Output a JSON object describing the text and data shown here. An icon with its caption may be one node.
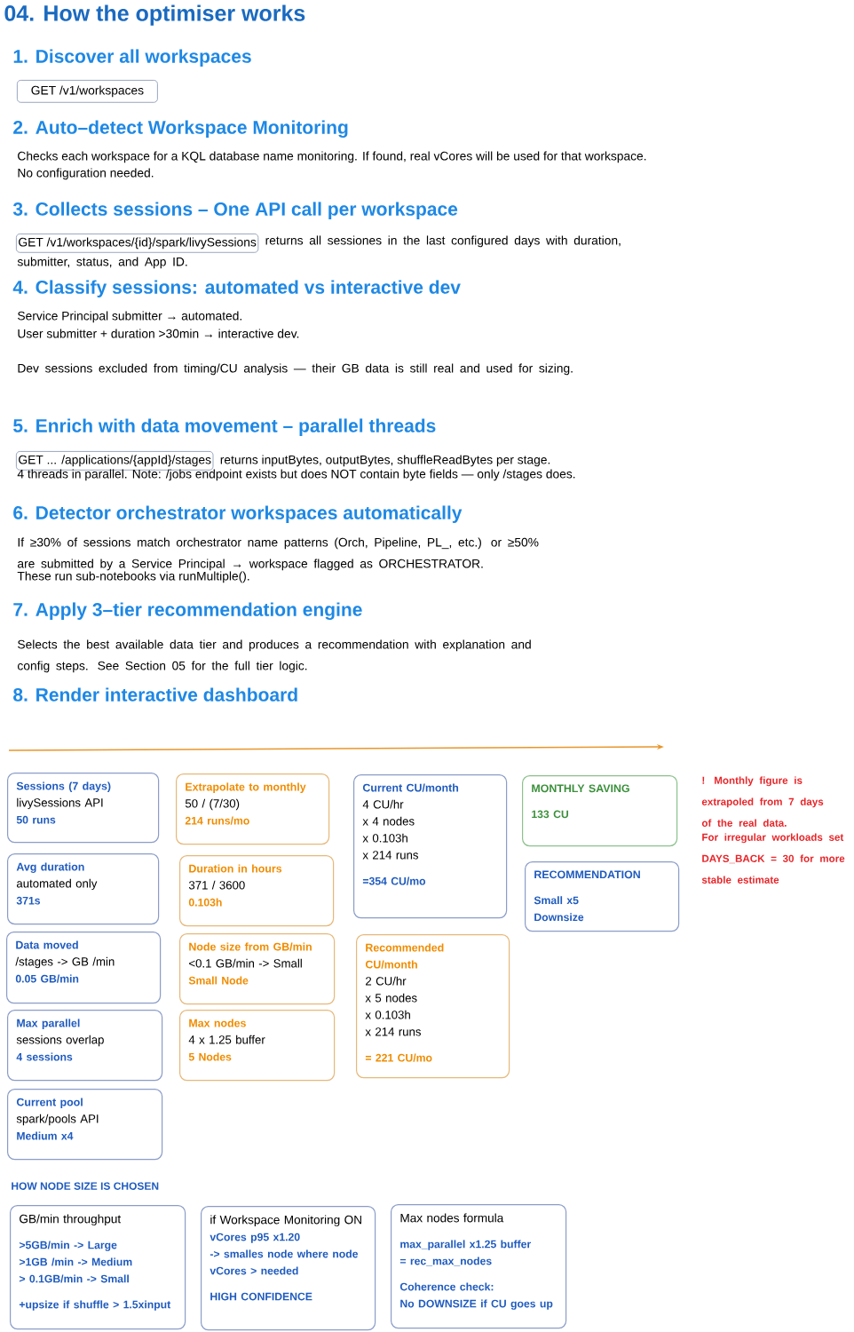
{
  "diagram": {
    "title": "04. How the optimiser works",
    "nodes": [
      {
        "text": [
          "GET /v1/workspaces"
        ]
      },
      {
        "text": [
          "GET /v1/workspaces/{id}/spark/livySessions"
        ]
      },
      {
        "text": [
          "GET ... /applications/{appId}/stages"
        ]
      },
      {
        "text": [
          "Sessions (7 days)",
          "livySessions API",
          "50 runs"
        ]
      },
      {
        "text": [
          "Avg duration",
          "automated only",
          "371s"
        ]
      },
      {
        "text": [
          "Data moved",
          "/stages -> GB /min",
          "0.05 GB/min"
        ]
      },
      {
        "text": [
          "Max parallel",
          "sessions overlap",
          "4 sessions"
        ]
      },
      {
        "text": [
          "Current pool",
          "spark/pools API",
          "Medium x4"
        ]
      },
      {
        "text": [
          "Extrapolate to monthly",
          "50 / (7/30)",
          "214 runs/mo"
        ]
      },
      {
        "text": [
          "Duration in hours",
          "371 / 3600",
          "0.103h"
        ]
      },
      {
        "text": [
          "Node size from GB/min",
          "<0.1 GB/min -> Small",
          "Small Node"
        ]
      },
      {
        "text": [
          "Max nodes",
          "4 x 1.25 buffer",
          "5 Nodes"
        ]
      },
      {
        "text": [
          "Current CU/month",
          "4 CU/hr",
          "x 4 nodes",
          "x 0.103h",
          "x 214 runs",
          "=354 CU/mo"
        ]
      },
      {
        "text": [
          "Recommended CU/month",
          "2 CU/hr",
          "x 5 nodes",
          "x 0.103h",
          "x 214 runs",
          "= 221 CU/mo"
        ]
      },
      {
        "text": [
          "MONTHLY SAVING",
          "133 CU"
        ]
      },
      {
        "text": [
          "RECOMMENDATION",
          "Small x5",
          "Downsize"
        ]
      },
      {
        "text": [
          "GB/min throughput",
          ">5GB/min -> Large",
          ">1GB /min -> Medium",
          "> 0.1GB/min -> Small",
          "+upsize if shuffle > 1.5xinput"
        ]
      },
      {
        "text": [
          "if Workspace Monitoring ON",
          "vCores p95 x1.20",
          "-> smalles node where node",
          "vCores > needed",
          "HIGH CONFIDENCE"
        ]
      },
      {
        "text": [
          "Max nodes formula",
          "max_parallel x1.25 buffer",
          "= rec_max_nodes",
          "Coherence check:",
          "No DOWNSIZE if CU goes up"
        ]
      }
    ],
    "labels": [
      "1. Discover all workspaces",
      "2. Auto–detect Workspace Monitoring",
      "Checks each workspace for a KQL database name monitoring. If found, real vCores will be used for that workspace.",
      "No configuration needed.",
      "3. Collects sessions – One API call per workspace",
      "returns all sessiones in the last configured days with duration, submitter, status, and App ID.",
      "4. Classify sessions: automated vs interactive dev",
      "Service Principal submitter → automated.",
      "User submitter + duration >30min → interactive dev.",
      "Dev sessions excluded from timing/CU analysis — their GB data is still real and used for sizing.",
      "5. Enrich with data movement – parallel threads",
      "returns inputBytes, outputBytes, shuffleReadBytes per stage.",
      "4 threads in parallel. Note: /jobs endpoint exists but does NOT contain byte fields — only /stages does.",
      "6. Detector orchestrator workspaces automatically",
      "If ≥30% of sessions match orchestrator name patterns (Orch, Pipeline, PL_, etc.) or ≥50% are submitted by a Service Principal → workspace flagged as ORCHESTRATOR.",
      "These run sub-notebooks via runMultiple().",
      "7. Apply 3–tier recommendation engine",
      "Selects the best available data tier and produces a recommendation with explanation and config steps. See Section 05 for the full tier logic.",
      "8. Render interactive dashboard",
      "! Monthly figure is extrapoled from 7 days of the real data.",
      "For irregular workloads set DAYS_BACK = 30 for more stable estimate",
      "HOW NODE SIZE IS CHOSEN"
    ]
  }
}
